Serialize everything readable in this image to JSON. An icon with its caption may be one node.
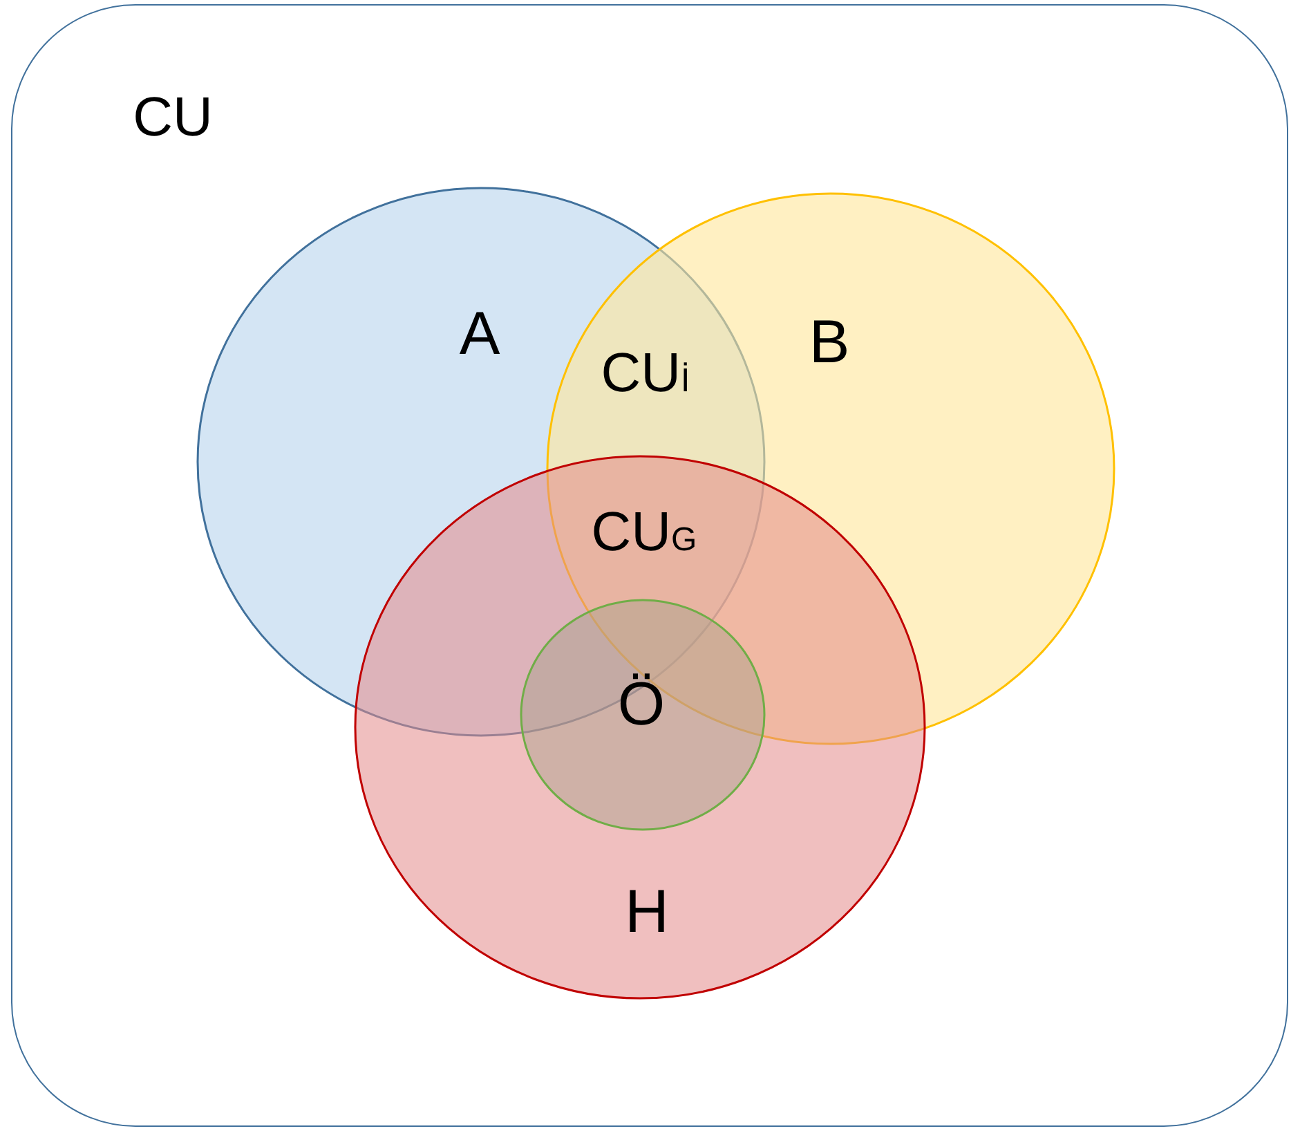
{
  "diagram": {
    "nodes": [
      {
        "text": [
          "CU"
        ]
      },
      {
        "text": [
          "A"
        ],
        "in": 0
      },
      {
        "text": [
          "B"
        ],
        "in": 0
      },
      {
        "text": [
          "H"
        ],
        "in": 0
      },
      {
        "text": [
          "Ö"
        ],
        "in": 3
      }
    ],
    "labels": [
      "CU$_{İ}$",
      "CU$_{G}$"
    ]
  }
}
